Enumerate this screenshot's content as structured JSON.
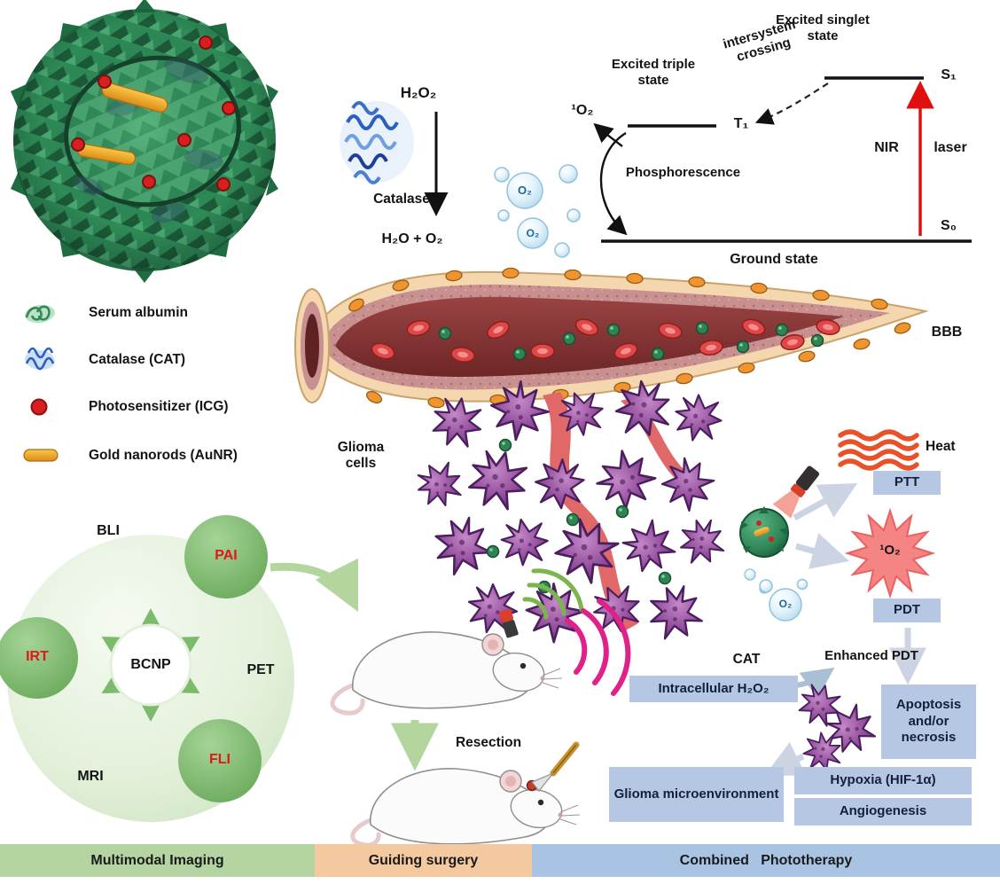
{
  "colors": {
    "imaging_bar": "#b4d5a2",
    "surgery_bar": "#f5c9a0",
    "phototherapy_bar": "#a9c4e2",
    "info_box": "#b6c7e4",
    "highlight_red": "#e01818"
  },
  "legend": {
    "serum_albumin": "Serum albumin",
    "catalase": "Catalase (CAT)",
    "photosensitizer": "Photosensitizer (ICG)",
    "gold_nanorods": "Gold nanorods (AuNR)"
  },
  "reaction": {
    "reactant": "H₂O₂",
    "enzyme": "Catalase",
    "products": "H₂O + O₂",
    "oxygen": "O₂"
  },
  "jablonski": {
    "excited_singlet_state": "Excited singlet state",
    "excited_triple_state": "Excited triple state",
    "intersystem_crossing": "intersystem crossing",
    "s1": "S₁",
    "t1": "T₁",
    "s0": "S₀",
    "singlet_oxygen": "¹O₂",
    "phosphorescence": "Phosphorescence",
    "nir": "NIR",
    "laser": "laser",
    "ground_state": "Ground state"
  },
  "vessel": {
    "bbb": "BBB"
  },
  "glioma": {
    "label": "Glioma cells"
  },
  "therapy": {
    "heat": "Heat",
    "ptt": "PTT",
    "singlet_oxygen": "¹O₂",
    "pdt": "PDT",
    "oxygen": "O₂",
    "cat": "CAT",
    "enhanced_pdt": "Enhanced PDT",
    "intracellular_h2o2": "Intracellular H₂O₂",
    "apoptosis": "Apoptosis and/or necrosis",
    "glioma_microenvironment": "Glioma microenvironment",
    "hypoxia": "Hypoxia (HIF-1α)",
    "angiogenesis": "Angiogenesis"
  },
  "imaging": {
    "bcnp": "BCNP",
    "bli": "BLI",
    "pai": "PAI",
    "pet": "PET",
    "fli": "FLI",
    "mri": "MRI",
    "irt": "IRT"
  },
  "surgery": {
    "resection": "Resection"
  },
  "footer": {
    "multimodal_imaging": "Multimodal Imaging",
    "guiding_surgery": "Guiding surgery",
    "combined_phototherapy": "Combined   Phototherapy"
  }
}
